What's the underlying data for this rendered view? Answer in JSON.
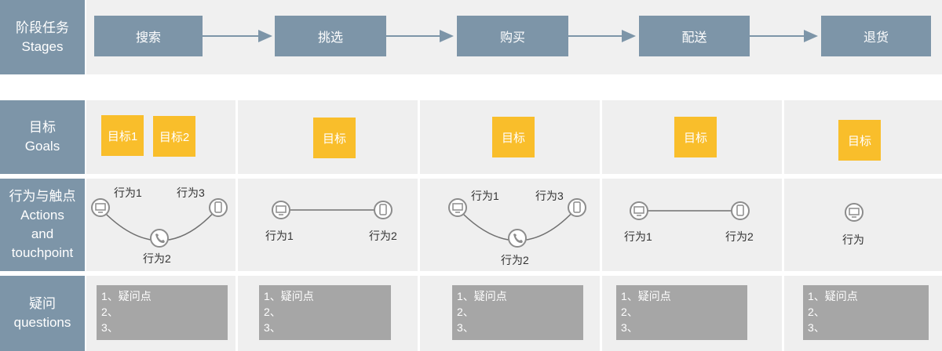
{
  "rows": {
    "stages": {
      "line1": "阶段任务",
      "line2": "Stages"
    },
    "goals": {
      "line1": "目标",
      "line2": "Goals"
    },
    "actions": {
      "line1": "行为与触点",
      "line2": "Actions",
      "line3": "and",
      "line4": "touchpoint"
    },
    "questions": {
      "line1": "疑问",
      "line2": "questions"
    }
  },
  "stages": [
    "搜索",
    "挑选",
    "购买",
    "配送",
    "退货"
  ],
  "goals": {
    "search": [
      "目标1",
      "目标2"
    ],
    "pick": "目标",
    "buy": "目标",
    "deliver": "目标",
    "return": "目标"
  },
  "actions": {
    "search": [
      "行为1",
      "行为2",
      "行为3"
    ],
    "pick": [
      "行为1",
      "行为2"
    ],
    "buy": [
      "行为1",
      "行为2",
      "行为3"
    ],
    "deliver": [
      "行为1",
      "行为2"
    ],
    "return": [
      "行为"
    ]
  },
  "questions": [
    "1、疑问点",
    "2、",
    "3、"
  ],
  "colors": {
    "label_bg": "#7d95a8",
    "cell_bg": "#efefef",
    "goal": "#f9be2b",
    "question_box": "#a6a6a6",
    "arrow": "#7d95a8"
  },
  "icons": [
    "monitor-icon",
    "phone-icon",
    "mobile-icon"
  ]
}
